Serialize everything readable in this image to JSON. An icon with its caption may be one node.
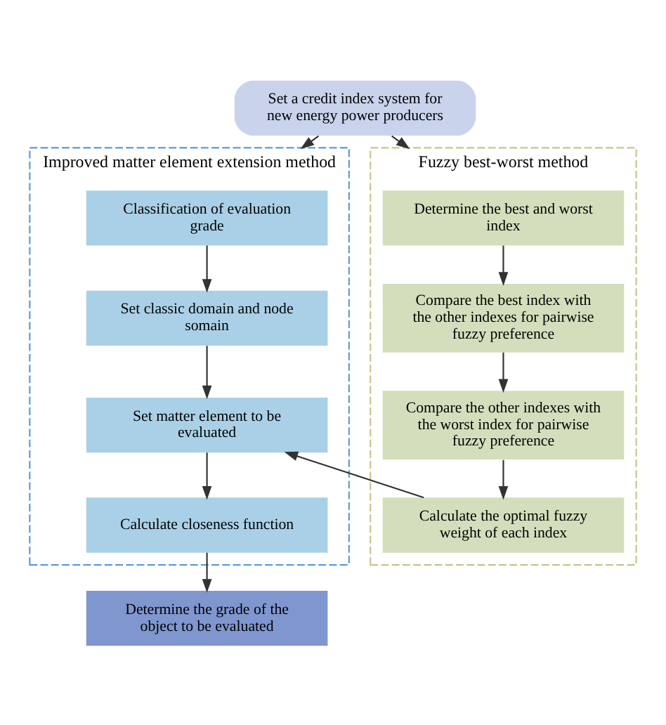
{
  "diagram": {
    "nodes": [
      {
        "text": [
          "Set a credit index system for new energy power producers"
        ]
      },
      {
        "text": [
          "Improved matter element extension method"
        ]
      },
      {
        "text": [
          "Classification of evaluation grade"
        ],
        "in": 1
      },
      {
        "text": [
          "Set classic domain and node somain"
        ],
        "in": 1
      },
      {
        "text": [
          "Set matter element to be evaluated"
        ],
        "in": 1
      },
      {
        "text": [
          "Calculate closeness function"
        ],
        "in": 1
      },
      {
        "text": [
          "Fuzzy best-worst method"
        ]
      },
      {
        "text": [
          "Determine the best and worst index"
        ],
        "in": 6
      },
      {
        "text": [
          "Compare the best index with the other indexes for pairwise fuzzy preference"
        ],
        "in": 6
      },
      {
        "text": [
          "Compare the other indexes with the worst index for pairwise fuzzy preference"
        ],
        "in": 6
      },
      {
        "text": [
          "Calculate the optimal fuzzy weight of each index"
        ],
        "in": 6
      },
      {
        "text": [
          "Determine the grade of the object to be evaluated"
        ]
      }
    ],
    "edges": [
      {
        "from": 0,
        "to": 1,
        "arrow": "to"
      },
      {
        "from": 0,
        "to": 6,
        "arrow": "to"
      },
      {
        "from": 2,
        "to": 3,
        "arrow": "to"
      },
      {
        "from": 3,
        "to": 4,
        "arrow": "to"
      },
      {
        "from": 4,
        "to": 5,
        "arrow": "to"
      },
      {
        "from": 7,
        "to": 8,
        "arrow": "to"
      },
      {
        "from": 8,
        "to": 9,
        "arrow": "to"
      },
      {
        "from": 9,
        "to": 10,
        "arrow": "to"
      },
      {
        "from": 10,
        "to": 4,
        "arrow": "to"
      },
      {
        "from": 5,
        "to": 11,
        "arrow": "to"
      }
    ]
  }
}
